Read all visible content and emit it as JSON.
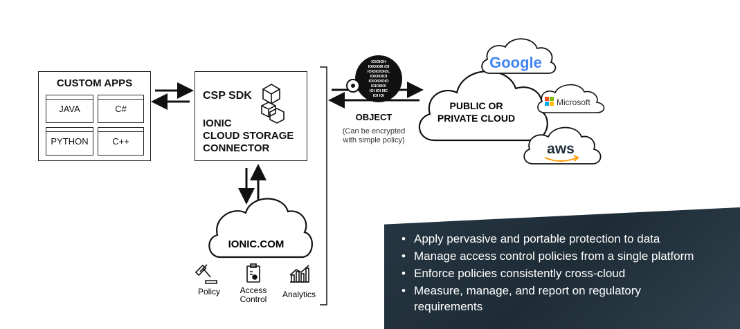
{
  "custom_apps": {
    "title": "CUSTOM APPS",
    "apps": [
      "JAVA",
      "C#",
      "PYTHON",
      "C++"
    ]
  },
  "connector": {
    "sdk": "CSP SDK",
    "line1": "IONIC",
    "line2": "CLOUD STORAGE",
    "line3": "CONNECTOR"
  },
  "ionic_cloud": {
    "label": "IONIC.COM",
    "tools": [
      {
        "icon": "gavel-icon",
        "label": "Policy"
      },
      {
        "icon": "clipboard-icon",
        "label_line1": "Access",
        "label_line2": "Control"
      },
      {
        "icon": "bar-chart-icon",
        "label": "Analytics"
      }
    ]
  },
  "object": {
    "label": "OBJECT",
    "note_line1": "(Can be encrypted",
    "note_line2": "with simple policy)",
    "binary_rows": [
      "IOIOIOH",
      "IOIOIOIII IOI",
      "IOIOIOIOIOL",
      "IOIOIOIOI",
      "IOIOIOIOIO",
      "IOIOIIIOI",
      "IOI IOI IIIC",
      "IOI IOI"
    ]
  },
  "public_cloud": {
    "line1": "PUBLIC OR",
    "line2": "PRIVATE CLOUD"
  },
  "providers": {
    "google": "Google",
    "microsoft": "Microsoft",
    "aws": "aws"
  },
  "bullets": [
    "Apply pervasive and portable protection to data",
    "Manage access control policies from a single platform",
    "Enforce policies consistently cross-cloud",
    "Measure, manage, and report on regulatory requirements"
  ],
  "colors": {
    "panel": "#243440",
    "google_blue": "#4285F4",
    "google_red": "#EA4335",
    "google_yellow": "#FBBC05",
    "google_green": "#34A853",
    "aws_orange": "#FF9900"
  }
}
